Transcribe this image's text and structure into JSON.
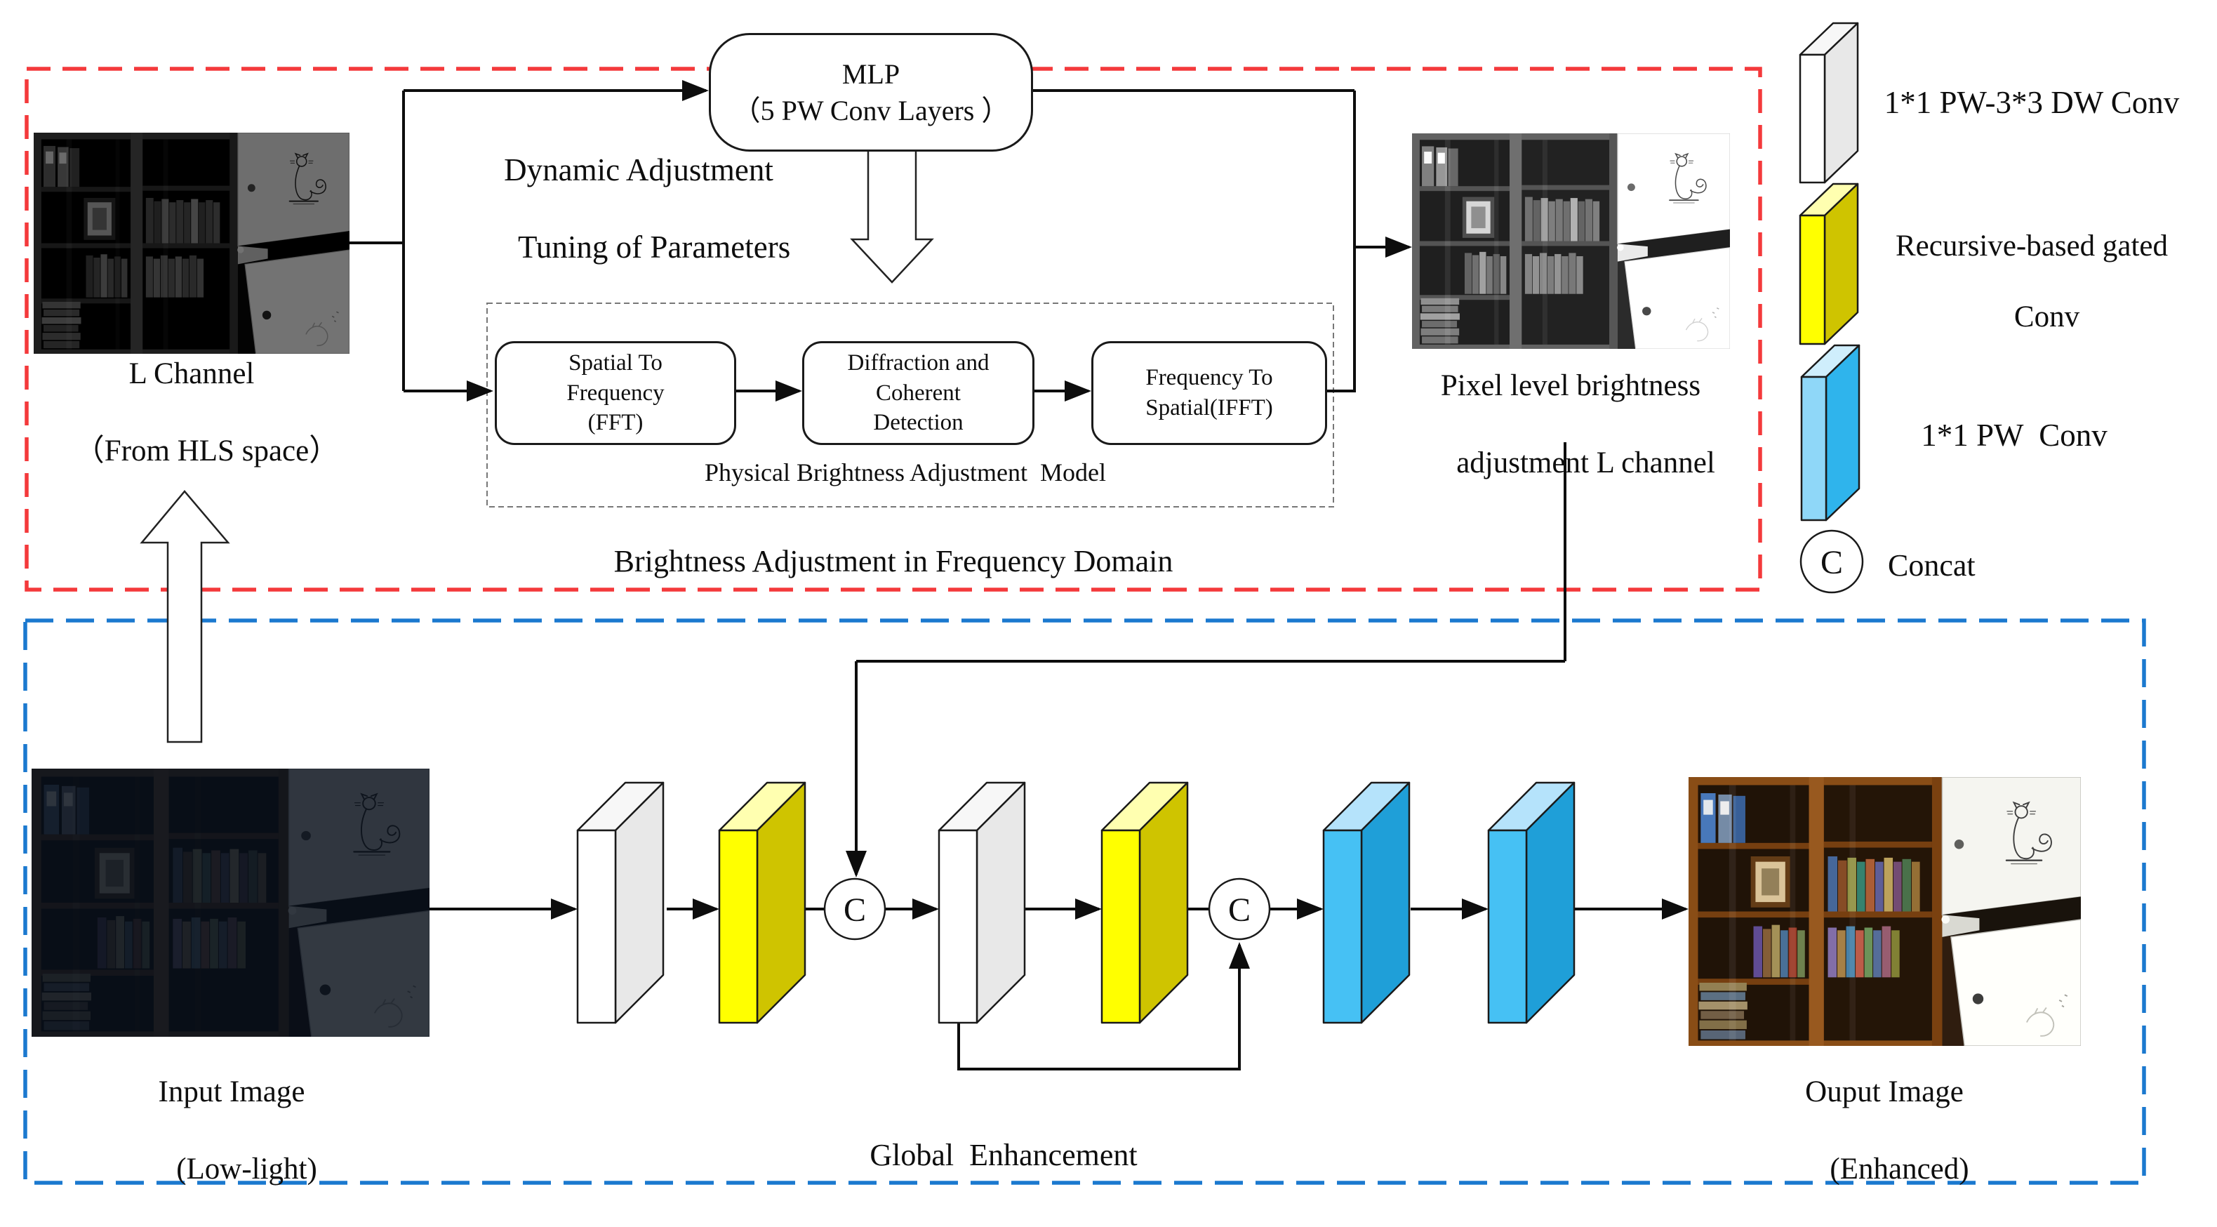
{
  "figure": {
    "top_section": {
      "title": "Brightness Adjustment in Frequency Domain",
      "l_channel_image": {
        "caption_line1": "L Channel",
        "caption_line2": "（From HLS space）"
      },
      "mlp_box": {
        "line1": "MLP",
        "line2": "（5 PW Conv Layers ）"
      },
      "dynamic_label": {
        "line1": "Dynamic Adjustment",
        "line2": "Tuning of Parameters"
      },
      "physical_model": {
        "title": "Physical Brightness Adjustment  Model",
        "box_fft": {
          "line1": "Spatial To",
          "line2": "Frequency",
          "line3": "(FFT)"
        },
        "box_diffraction": {
          "line1": "Diffraction and",
          "line2": "Coherent",
          "line3": "Detection"
        },
        "box_ifft": {
          "line1": "Frequency To",
          "line2": "Spatial(IFFT)"
        }
      },
      "pixel_image": {
        "caption_line1": "Pixel level brightness",
        "caption_line2": "adjustment L channel"
      }
    },
    "bottom_section": {
      "title": "Global  Enhancement",
      "input_image": {
        "caption_line1": "Input Image",
        "caption_line2": "(Low-light)"
      },
      "output_image": {
        "caption_line1": "Ouput Image",
        "caption_line2": "(Enhanced)"
      },
      "concat_symbol": "C"
    },
    "legend": {
      "items": [
        {
          "swatch": "white-slab",
          "label": "1*1 PW-3*3 DW Conv"
        },
        {
          "swatch": "yellow-slab",
          "label_line1": "Recursive-based gated",
          "label_line2": "Conv"
        },
        {
          "swatch": "blue-slab",
          "label": "1*1 PW  Conv"
        },
        {
          "swatch": "concat-circle",
          "symbol": "C",
          "label": "Concat"
        }
      ]
    },
    "colors": {
      "red_border": "#f4393b",
      "blue_border": "#1b79cf",
      "yellow_front": "#ffff00",
      "yellow_top": "#ffffb0",
      "yellow_side": "#cfc400",
      "white_front": "#ffffff",
      "white_top": "#f7f7f7",
      "white_side": "#e8e8e8",
      "blue_front": "#46c1f4",
      "blue_top": "#b5e3fb",
      "blue_side": "#1f9fd8",
      "legend_blue_front": "#8fd7f8",
      "legend_blue_top": "#cfeefc",
      "legend_blue_side": "#2fb4ec"
    }
  }
}
